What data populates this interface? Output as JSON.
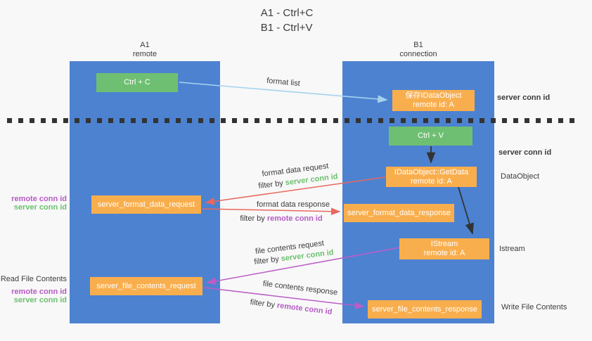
{
  "title": {
    "line1": "A1 - Ctrl+C",
    "line2": "B1 - Ctrl+V"
  },
  "lifelines": {
    "a1": {
      "name": "A1",
      "role": "remote"
    },
    "b1": {
      "name": "B1",
      "role": "connection"
    }
  },
  "nodes": {
    "ctrl_c": {
      "label": "Ctrl + C"
    },
    "save_idataobject": {
      "line1": "保存IDataObject",
      "line2": "remote id: A"
    },
    "ctrl_v": {
      "label": "Ctrl + V"
    },
    "idataobject_getdata": {
      "line1": "IDataObject::GetData",
      "line2": "remote id: A"
    },
    "server_format_data_request": {
      "label": "server_format_data_request"
    },
    "server_format_data_response": {
      "label": "server_format_data_response"
    },
    "istream": {
      "line1": "IStream",
      "line2": "remote id: A"
    },
    "server_file_contents_request": {
      "label": "server_file_contents_request"
    },
    "server_file_contents_response": {
      "label": "server_file_contents_response"
    }
  },
  "flow_labels": {
    "format_list": "format list",
    "format_data_request": "format data request",
    "format_data_response": "format data response",
    "file_contents_request": "file contents request",
    "file_contents_response": "file contents response",
    "filter_by": "filter by ",
    "server_conn_id": "server conn id",
    "remote_conn_id": "remote conn id"
  },
  "side_labels": {
    "right": {
      "server_conn_id_1": "server conn id",
      "server_conn_id_2": "server conn id",
      "dataobject": "DataObject",
      "istream": "Istream",
      "write_file_contents": "Write File Contents"
    },
    "left": {
      "remote_conn_id_1": "remote conn id",
      "server_conn_id_1": "server conn id",
      "read_file_contents": "Read File Contents",
      "remote_conn_id_2": "remote conn id",
      "server_conn_id_2": "server conn id"
    }
  },
  "colors": {
    "lifeline_blue": "#4d82d1",
    "action_green": "#6fbf72",
    "message_orange": "#f9ae4d",
    "format_list_arrow_blue": "#a5d3ee",
    "request_arrow_red": "#e8685f",
    "response_arrow_purple": "#bc5dc6",
    "server_conn_id_green": "#6cc06e",
    "remote_conn_id_purple": "#b55bc4",
    "divider_black": "#333333",
    "text_dark": "#3c3c3c",
    "background": "#f8f8f8"
  }
}
